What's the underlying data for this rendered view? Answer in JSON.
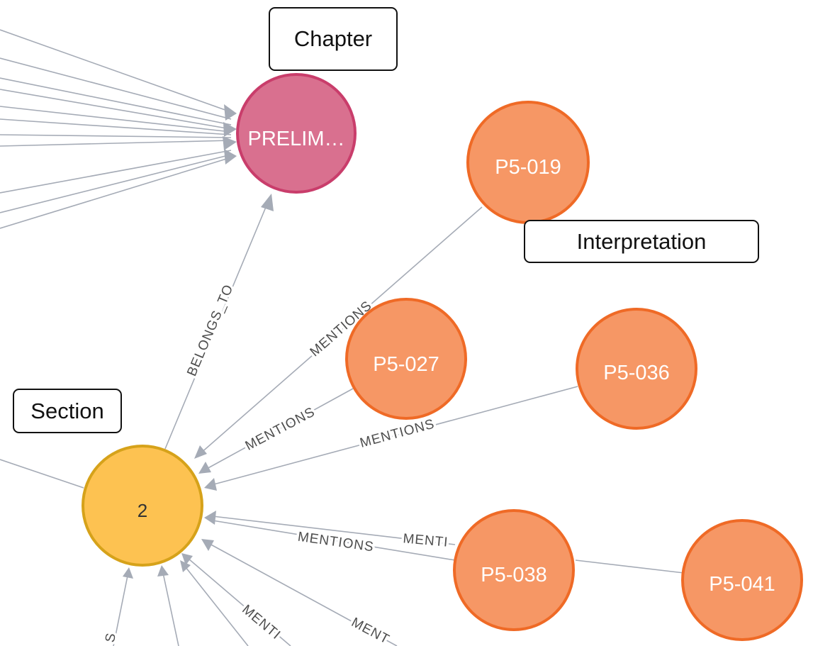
{
  "callouts": {
    "chapter": "Chapter",
    "interpretation": "Interpretation",
    "section": "Section"
  },
  "nodes": {
    "chapter": "PRELIM…",
    "section": "2",
    "p5_019": "P5-019",
    "p5_027": "P5-027",
    "p5_036": "P5-036",
    "p5_038": "P5-038",
    "p5_041": "P5-041"
  },
  "edge_labels": {
    "belongs_to": "BELONGS_TO",
    "mentions_019": "MENTIONS",
    "mentions_027": "MENTIONS",
    "mentions_036": "MENTIONS",
    "mentions_038a": "MENTIONS",
    "mentions_038b": "MENTI",
    "mentions_b1": "MENTI",
    "mentions_b2": "MENT",
    "mentions_b3": "S"
  },
  "colors": {
    "chapter_fill": "#d9708f",
    "chapter_stroke": "#c93d6b",
    "section_fill": "#fdc251",
    "section_stroke": "#d6a21a",
    "interp_fill": "#f69765",
    "interp_stroke": "#ef6a26",
    "edge": "#a5abb6"
  }
}
